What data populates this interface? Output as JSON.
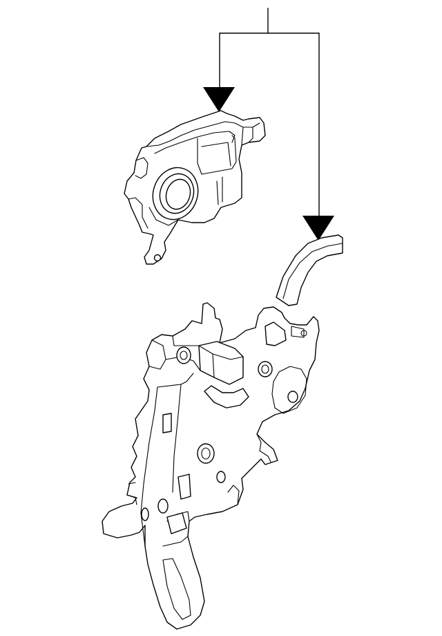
{
  "diagram": {
    "kind": "exploded-parts-illustration",
    "line_color": "#000000",
    "background_color": "#ffffff",
    "parts": [
      {
        "id": "upper-cover-assembly"
      },
      {
        "id": "lower-mechanism-assembly"
      }
    ],
    "callout_leaders": 2
  }
}
